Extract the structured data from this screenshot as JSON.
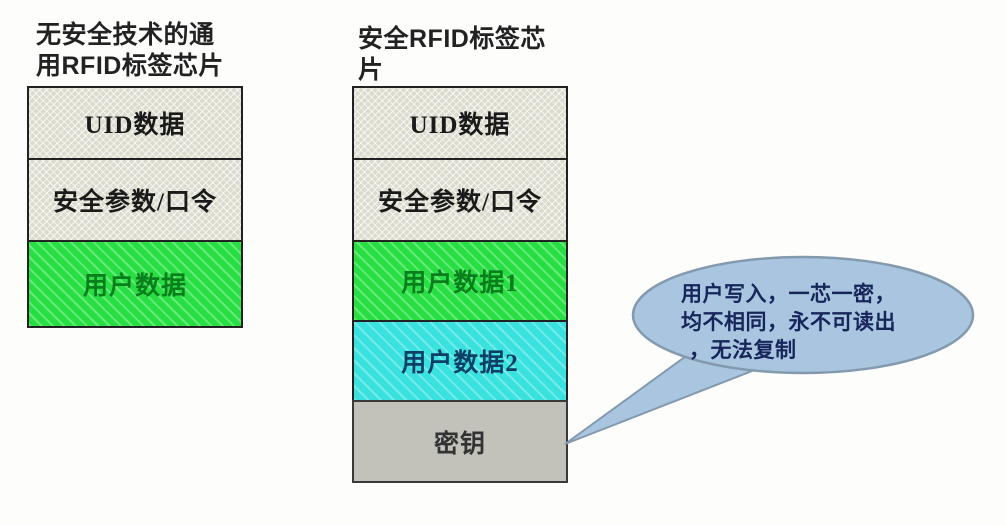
{
  "figure": {
    "description_visible": false
  },
  "chips": [
    {
      "title": "无安全技术的通用RFID标签芯片",
      "title_lines": [
        "无安全技术的通",
        "用RFID标签芯片"
      ],
      "blocks": [
        {
          "label": "UID数据",
          "style": "hatched-beige"
        },
        {
          "label": "安全参数/口令",
          "style": "hatched-beige"
        },
        {
          "label": "用户数据",
          "style": "hatched-green"
        }
      ]
    },
    {
      "title": "安全RFID标签芯片",
      "title_lines": [
        "安全RFID标签芯",
        "片"
      ],
      "blocks": [
        {
          "label": "UID数据",
          "style": "hatched-beige"
        },
        {
          "label": "安全参数/口令",
          "style": "hatched-beige"
        },
        {
          "label": "用户数据1",
          "style": "hatched-green"
        },
        {
          "label": "用户数据2",
          "style": "hatched-cyan"
        },
        {
          "label": "密钥",
          "style": "solid-gray"
        }
      ]
    }
  ],
  "callout": {
    "text": "用户写入，一芯一密，均不相同，永不可读出，无法复制",
    "lines": [
      "用户写入，一芯一密，",
      "均不相同，永不可读出",
      "，无法复制"
    ]
  },
  "colors": {
    "beige_block": "#dcdbcd",
    "green_block": "#27df42",
    "cyan_block": "#3ae2df",
    "gray_block": "#c2c2bb",
    "block_border": "#222222",
    "bubble_fill": "#a9c5e0",
    "bubble_border": "#8399ad",
    "bubble_text": "#16255a"
  }
}
